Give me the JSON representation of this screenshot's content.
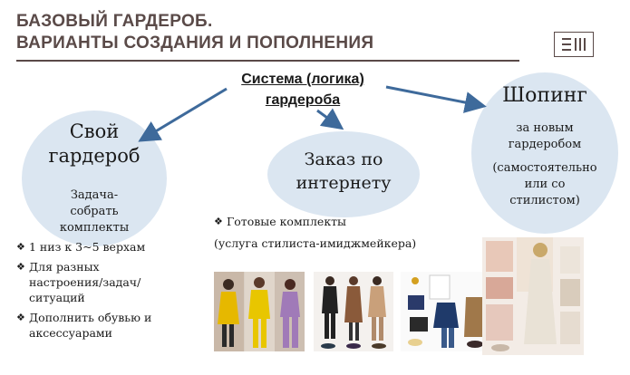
{
  "header": {
    "title_line1": "БАЗОВЫЙ ГАРДЕРОБ.",
    "title_line2": "ВАРИАНТЫ СОЗДАНИЯ И ПОПОЛНЕНИЯ",
    "menu_icon": "menu-icon"
  },
  "center": {
    "line1": "Система (логика)",
    "line2": "гардероба"
  },
  "own": {
    "title_line1": "Свой",
    "title_line2": "гардероб",
    "task_line1": "Задача-",
    "task_line2": "собрать",
    "task_line3": "комплекты",
    "bullets": [
      "1 низ к 3~5 верхам",
      "Для разных настроения/задач/ситуаций",
      "Дополнить обувью и аксессуарами"
    ]
  },
  "order": {
    "title_line1": "Заказ по",
    "title_line2": "интернету",
    "note1": "Готовые комплекты",
    "note2": "(услуга стилиста-имиджмейкера)"
  },
  "shop": {
    "title": "Шопинг",
    "sub_line1": "за новым",
    "sub_line2": "гардеробом",
    "sub_line3": "(самостоятельно",
    "sub_line4": "или со",
    "sub_line5": "стилистом)"
  },
  "colors": {
    "bubble": "#dbe6f1",
    "arrow": "#3e6a9b",
    "title": "#5a4a48"
  }
}
